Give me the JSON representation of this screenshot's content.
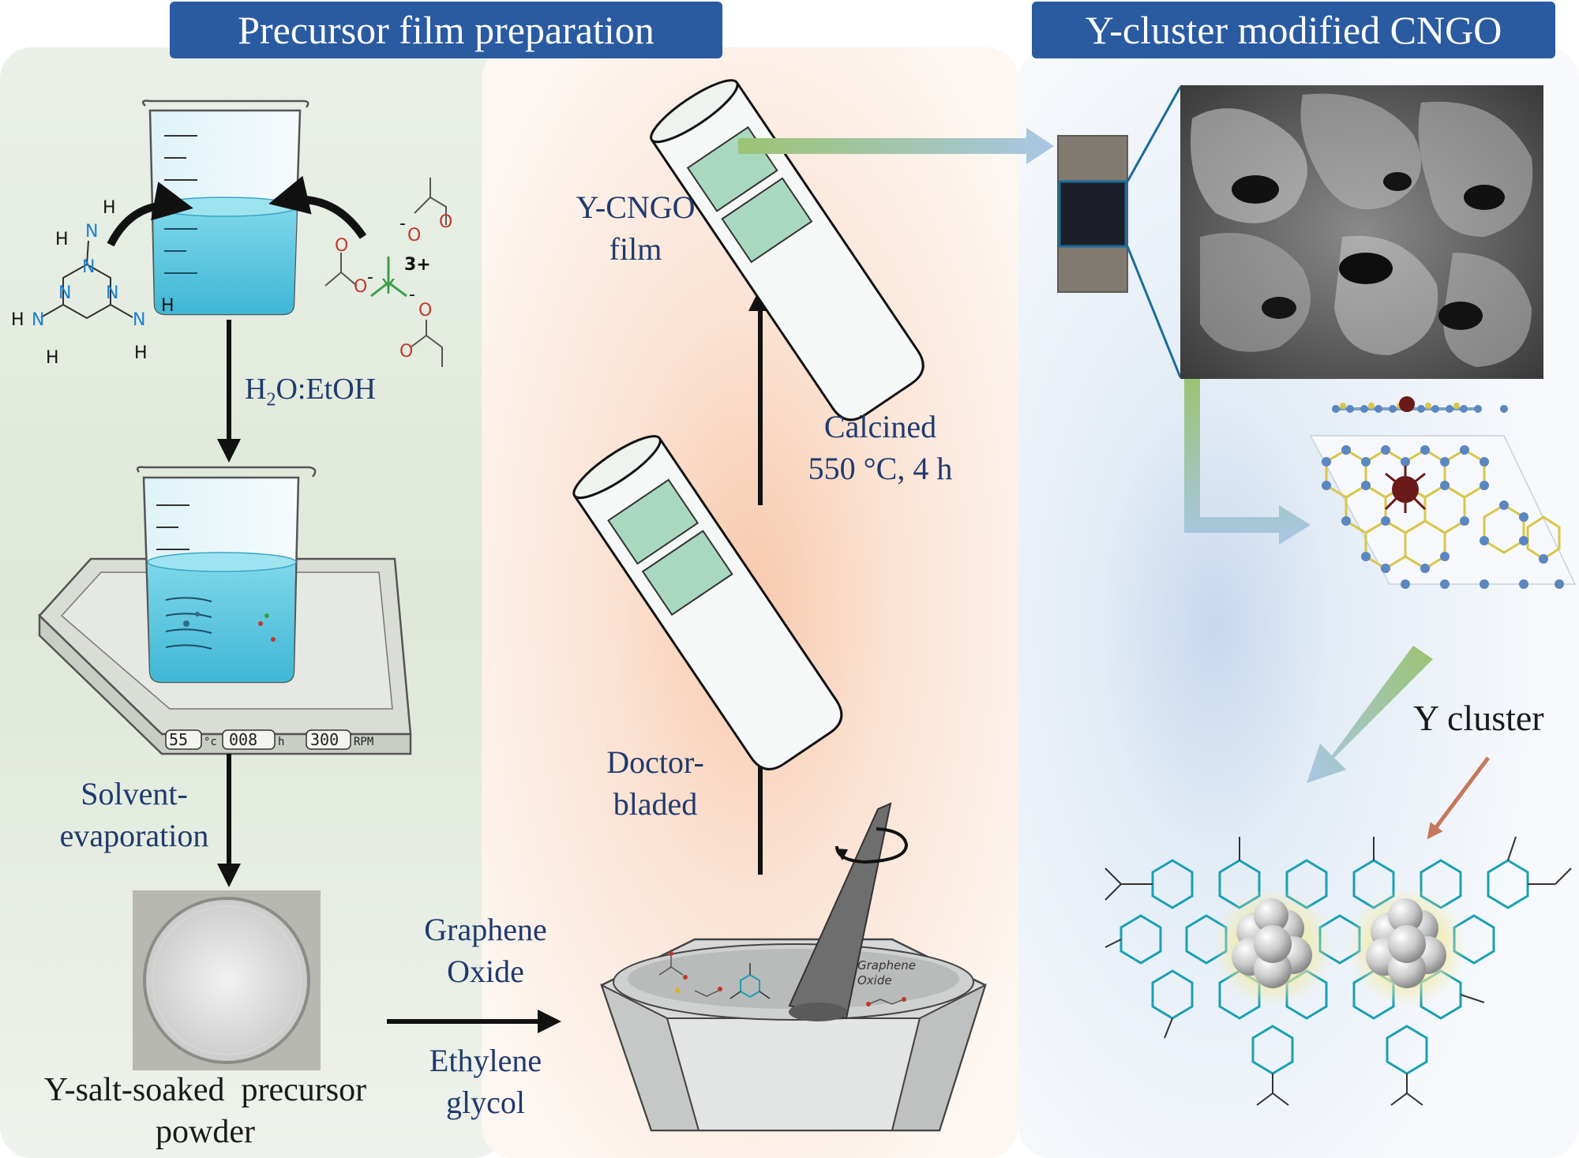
{
  "headers": {
    "left": "Precursor film preparation",
    "right": "Y-cluster modified CNGO"
  },
  "labels": {
    "solvent_mix": [
      "H",
      "2",
      "O:EtOH"
    ],
    "solvent_evap": [
      "Solvent-",
      "evaporation"
    ],
    "powder": [
      "Y-salt-soaked  precursor",
      "powder"
    ],
    "graphene_oxide": [
      "Graphene",
      "Oxide"
    ],
    "ethylene_glycol": [
      "Ethylene",
      "glycol"
    ],
    "doctor_bladed": [
      "Doctor-",
      "bladed"
    ],
    "calcined": [
      "Calcined",
      "550 °C, 4 h"
    ],
    "film": [
      "Y-CNGO",
      "film"
    ],
    "y_cluster": "Y cluster"
  },
  "stirrer_display": {
    "temp": "55",
    "temp_unit": "°c",
    "time": "008",
    "time_unit": "h",
    "speed": "300",
    "speed_unit": "RPM"
  },
  "mortar_text": [
    "Graphene",
    "Oxide"
  ],
  "chem": {
    "ion": "Y",
    "charge": "3+",
    "o": "O",
    "n": "N",
    "h": "H",
    "minus": "-"
  },
  "colors": {
    "header_bg": "#2a5aa0",
    "label_text": "#1f3a6e",
    "water": "#5cc8e0",
    "nitrogen": "#1aa0b4",
    "yttrium": "#6b1a1a",
    "arrow_green": "#9bc472",
    "arrow_blue": "#a9c6e6"
  }
}
